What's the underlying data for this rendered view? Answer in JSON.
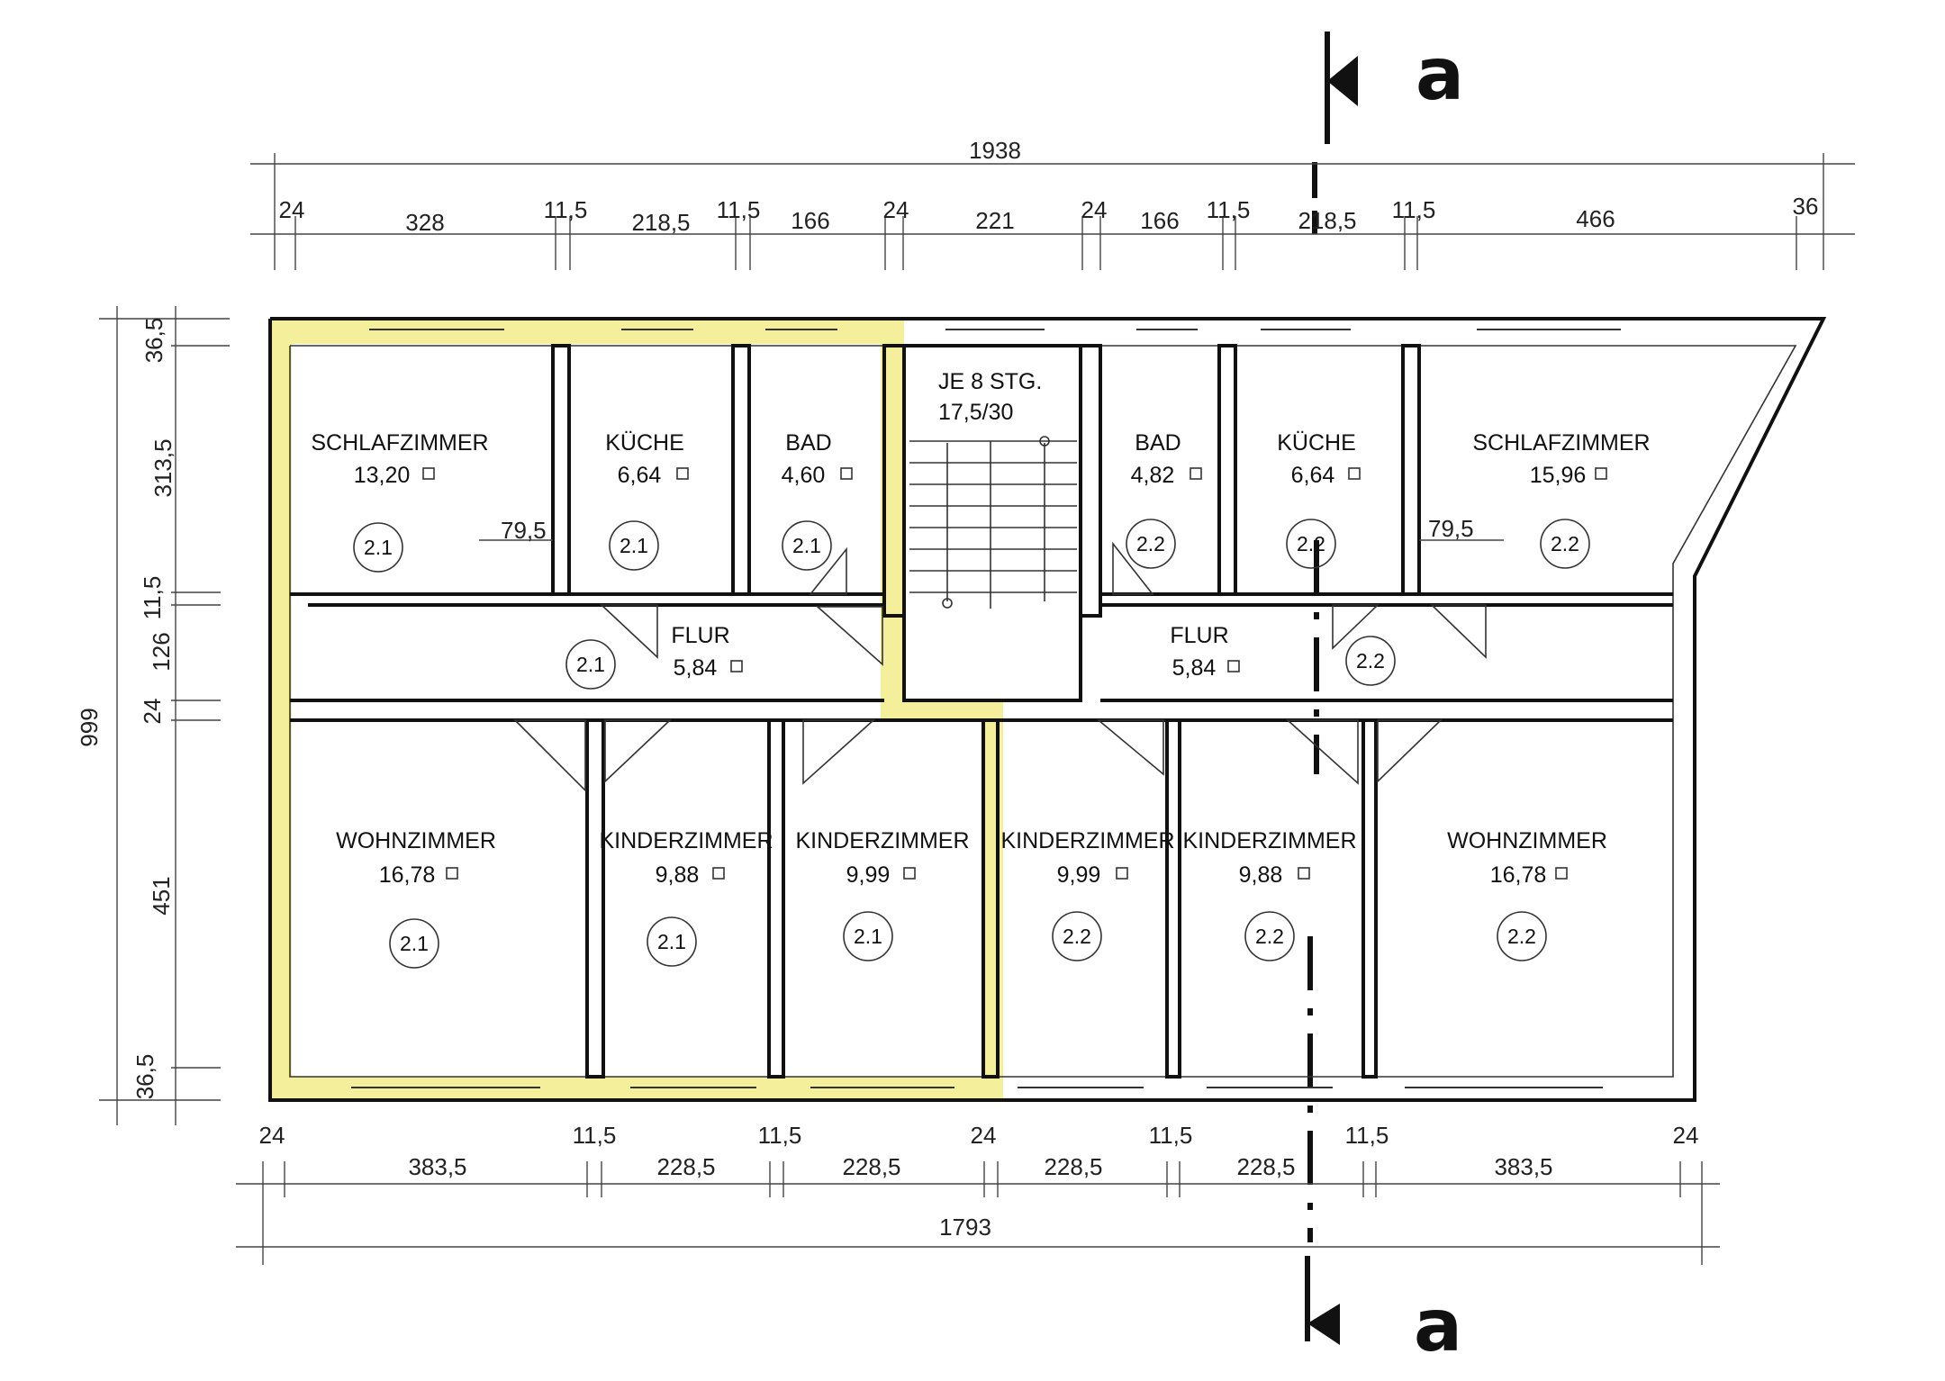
{
  "section_marker": {
    "letter_top": "a",
    "letter_bottom": "a"
  },
  "dims_top": {
    "total": "1938",
    "segments": [
      "24",
      "328",
      "11,5",
      "218,5",
      "11,5",
      "166",
      "24",
      "221",
      "24",
      "166",
      "11,5",
      "218,5",
      "11,5",
      "466",
      "36"
    ]
  },
  "dims_bottom": {
    "total": "1793",
    "segments": [
      "24",
      "383,5",
      "11,5",
      "228,5",
      "11,5",
      "228,5",
      "24",
      "228,5",
      "11,5",
      "228,5",
      "11,5",
      "383,5",
      "24"
    ]
  },
  "dims_left": {
    "total": "999",
    "segments": [
      "36,5",
      "313,5",
      "11,5",
      "126",
      "24",
      "451",
      "36,5"
    ]
  },
  "stair": {
    "line1": "JE 8 STG.",
    "line2": "17,5/30"
  },
  "rooms": [
    {
      "name": "SCHLAFZIMMER",
      "area": "13,20",
      "unit": "2.1"
    },
    {
      "name": "KÜCHE",
      "area": "6,64",
      "unit": "2.1"
    },
    {
      "name": "BAD",
      "area": "4,60",
      "unit": "2.1"
    },
    {
      "name": "FLUR",
      "area": "5,84",
      "unit": "2.1"
    },
    {
      "name": "WOHNZIMMER",
      "area": "16,78",
      "unit": "2.1"
    },
    {
      "name": "KINDERZIMMER",
      "area": "9,88",
      "unit": "2.1"
    },
    {
      "name": "KINDERZIMMER",
      "area": "9,99",
      "unit": "2.1"
    },
    {
      "name": "BAD",
      "area": "4,82",
      "unit": "2.2"
    },
    {
      "name": "KÜCHE",
      "area": "6,64",
      "unit": "2.2"
    },
    {
      "name": "SCHLAFZIMMER",
      "area": "15,96",
      "unit": "2.2"
    },
    {
      "name": "FLUR",
      "area": "5,84",
      "unit": "2.2"
    },
    {
      "name": "KINDERZIMMER",
      "area": "9,99",
      "unit": "2.2"
    },
    {
      "name": "KINDERZIMMER",
      "area": "9,88",
      "unit": "2.2"
    },
    {
      "name": "WOHNZIMMER",
      "area": "16,78",
      "unit": "2.2"
    }
  ],
  "misc_dims": {
    "left_wall_offset": "79,5",
    "right_wall_offset": "79,5"
  },
  "colors": {
    "highlight": "#f3ef9a",
    "line": "#111111"
  }
}
